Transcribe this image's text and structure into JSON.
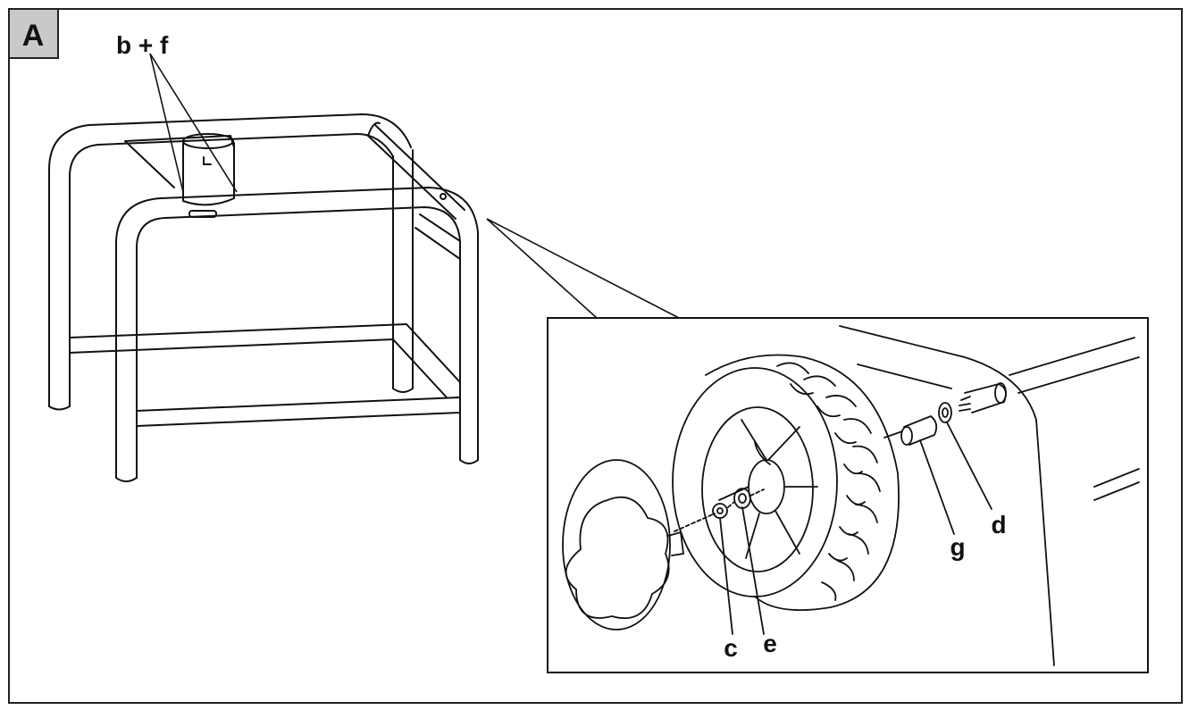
{
  "figure": {
    "panel_label": "A",
    "callouts": {
      "b_f": "b + f",
      "c": "c",
      "e": "e",
      "g": "g",
      "d": "d"
    }
  }
}
